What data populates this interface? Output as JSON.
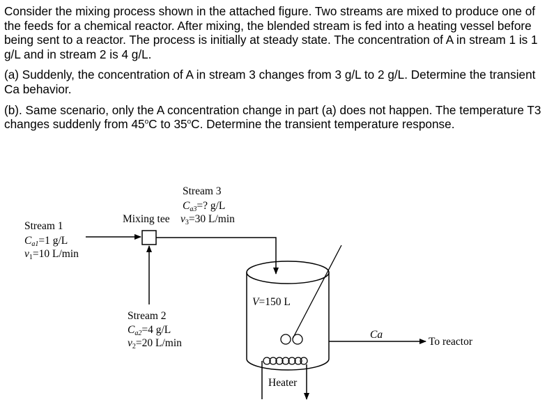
{
  "problem": {
    "intro": "Consider the mixing process shown in the attached figure.  Two streams are mixed to produce one of the feeds for a chemical reactor.  After mixing, the blended stream is fed into a heating vessel before being sent to a reactor.  The process is initially at steady state.  The concentration of A in stream 1 is 1 g/L and in stream 2 is 4 g/L.",
    "part_a": "(a) Suddenly, the concentration of A in stream 3 changes from 3 g/L to 2 g/L.  Determine the transient Ca behavior.",
    "part_b_1": "(b). Same scenario, only the A concentration change in part (a) does not happen.  The temperature T3 changes suddenly from 45",
    "degree_1": "o",
    "part_b_2": "C to 35",
    "degree_2": "o",
    "part_b_3": "C.  Determine the transient temperature response."
  },
  "figure": {
    "stream1": {
      "title": "Stream 1",
      "conc": "=1 g/L",
      "flow": "=10 L/min",
      "conc_var": "C",
      "conc_sub": "a1",
      "flow_var": "v",
      "flow_sub": "1"
    },
    "stream2": {
      "title": "Stream 2",
      "conc": "=4 g/L",
      "flow": "=20 L/min",
      "conc_var": "C",
      "conc_sub": "a2",
      "flow_var": "v",
      "flow_sub": "2"
    },
    "stream3": {
      "title": "Stream 3",
      "conc": "=? g/L",
      "flow": "=30 L/min",
      "conc_var": "C",
      "conc_sub": "a3",
      "flow_var": "v",
      "flow_sub": "3"
    },
    "mixing_tee": "Mixing tee",
    "volume": "=150 L",
    "volume_var": "V",
    "outlet_label": "Ca",
    "to_reactor": "To reactor",
    "heater": "Heater"
  }
}
